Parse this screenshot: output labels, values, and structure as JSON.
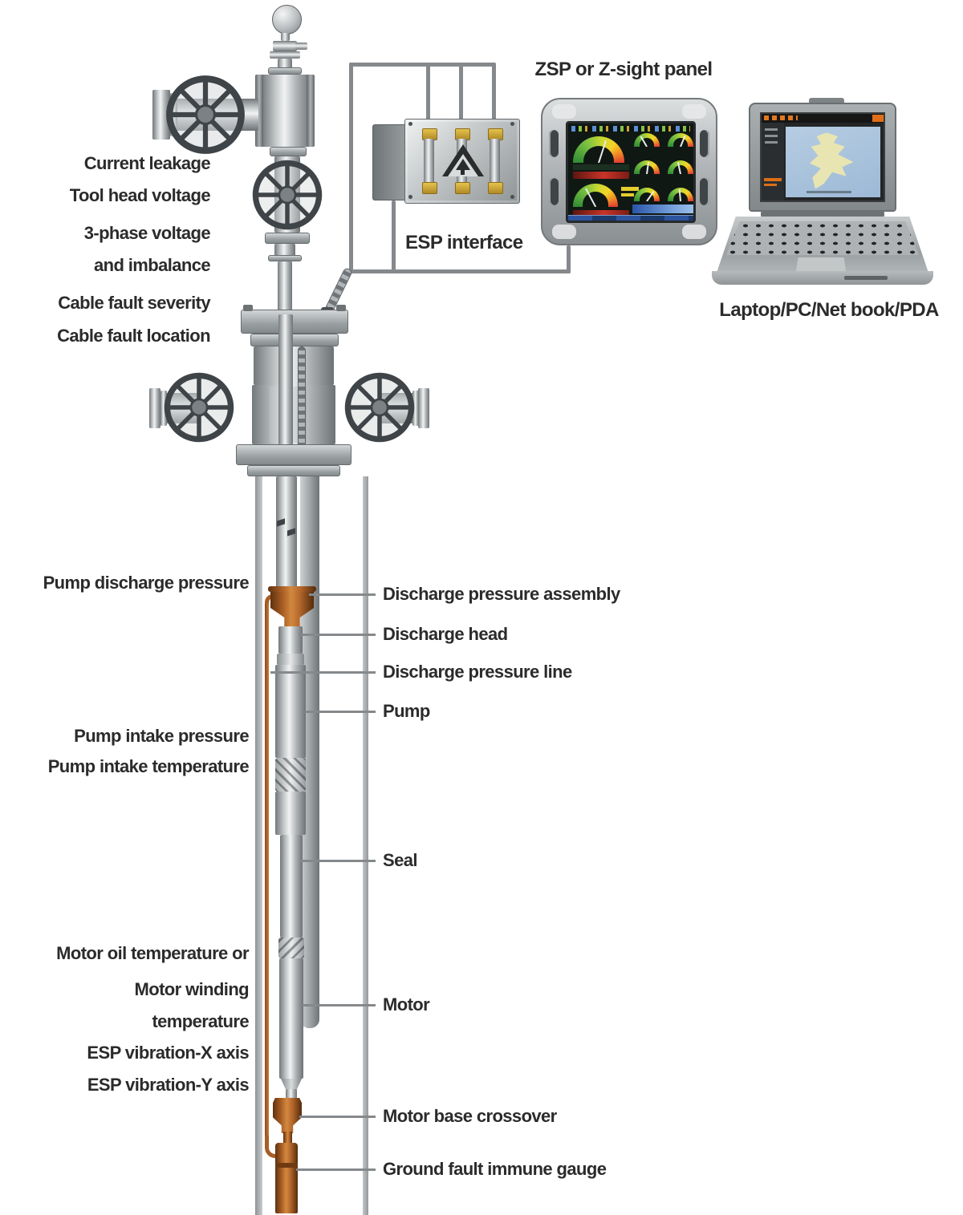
{
  "devices": {
    "esp_interface": {
      "label": "ESP interface"
    },
    "zsp_panel": {
      "label": "ZSP or Z-sight panel"
    },
    "laptop": {
      "label": "Laptop/PC/Net book/PDA"
    }
  },
  "measurements": {
    "wellhead": {
      "lines": [
        "Current leakage",
        "Tool head voltage",
        "3-phase voltage",
        "and imbalance",
        "Cable fault severity",
        "Cable fault location"
      ]
    },
    "discharge": {
      "lines": [
        "Pump discharge pressure"
      ]
    },
    "intake": {
      "lines": [
        "Pump intake pressure",
        "Pump intake temperature"
      ]
    },
    "motor": {
      "lines": [
        "Motor oil temperature or",
        "Motor winding",
        "temperature",
        "ESP vibration-X axis",
        "ESP vibration-Y axis"
      ]
    }
  },
  "components": {
    "discharge_pressure_assembly": "Discharge pressure assembly",
    "discharge_head": "Discharge head",
    "discharge_pressure_line": "Discharge pressure line",
    "pump": "Pump",
    "seal": "Seal",
    "motor": "Motor",
    "motor_base_crossover": "Motor base crossover",
    "ground_fault_immune_gauge": "Ground fault immune gauge"
  },
  "icons": {
    "warning_triangle": "warning-triangle-icon",
    "handwheel": "valve-handwheel-icon",
    "pressure_gauge": "wellhead-pressure-gauge-icon"
  },
  "colors": {
    "orange_component": "#b2662b",
    "metal_gray": "#a7acae",
    "wire_gray": "#85898c",
    "label_text": "#2b2b2b",
    "gauge_green": "#7dc242",
    "gauge_yellow": "#f5d327",
    "gauge_red": "#e03c31",
    "screen_blue": "#3a6fc4",
    "fuse_cap_yellow": "#d9b53c"
  }
}
